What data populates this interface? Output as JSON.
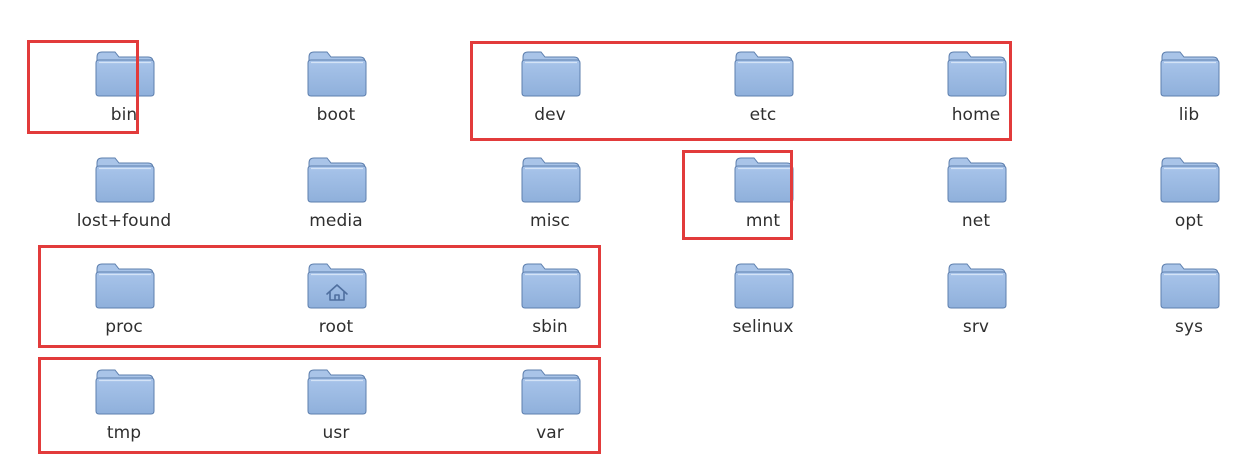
{
  "folders": [
    {
      "label": "bin",
      "icon": "folder-icon"
    },
    {
      "label": "boot",
      "icon": "folder-icon"
    },
    {
      "label": "dev",
      "icon": "folder-icon"
    },
    {
      "label": "etc",
      "icon": "folder-icon"
    },
    {
      "label": "home",
      "icon": "folder-icon"
    },
    {
      "label": "lib",
      "icon": "folder-icon"
    },
    {
      "label": "lost+found",
      "icon": "folder-icon"
    },
    {
      "label": "media",
      "icon": "folder-icon"
    },
    {
      "label": "misc",
      "icon": "folder-icon"
    },
    {
      "label": "mnt",
      "icon": "folder-icon"
    },
    {
      "label": "net",
      "icon": "folder-icon"
    },
    {
      "label": "opt",
      "icon": "folder-icon"
    },
    {
      "label": "proc",
      "icon": "folder-icon"
    },
    {
      "label": "root",
      "icon": "home-folder-icon"
    },
    {
      "label": "sbin",
      "icon": "folder-icon"
    },
    {
      "label": "selinux",
      "icon": "folder-icon"
    },
    {
      "label": "srv",
      "icon": "folder-icon"
    },
    {
      "label": "sys",
      "icon": "folder-icon"
    },
    {
      "label": "tmp",
      "icon": "folder-icon"
    },
    {
      "label": "usr",
      "icon": "folder-icon"
    },
    {
      "label": "var",
      "icon": "folder-icon"
    }
  ],
  "colors": {
    "highlight": "#e23b3b",
    "folder_body": "#8fb0db",
    "folder_tab": "#a9c4e8",
    "folder_outline": "#5d7fae",
    "label_text": "#2f2f2f"
  }
}
